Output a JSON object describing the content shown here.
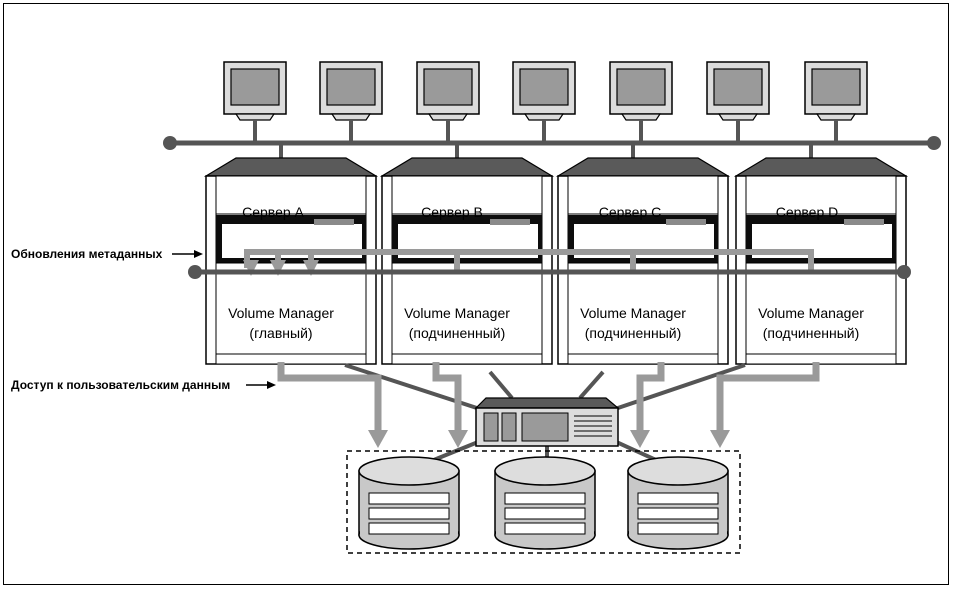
{
  "labels": {
    "metadata_updates": "Обновления метаданных",
    "user_data_access": "Доступ к пользовательским данным"
  },
  "servers": [
    {
      "name": "Сервер A",
      "vm_title": "Volume Manager",
      "vm_role": "(главный)"
    },
    {
      "name": "Сервер B",
      "vm_title": "Volume Manager",
      "vm_role": "(подчиненный)"
    },
    {
      "name": "Сервер C",
      "vm_title": "Volume Manager",
      "vm_role": "(подчиненный)"
    },
    {
      "name": "Сервер D",
      "vm_title": "Volume Manager",
      "vm_role": "(подчиненный)"
    }
  ],
  "workstations_count_label": "",
  "colors": {
    "line": "#555555",
    "arrow": "#9a9a9a",
    "screen": "#9a9a9a",
    "server_top": "#5a5a5a",
    "dark": "#111111"
  }
}
